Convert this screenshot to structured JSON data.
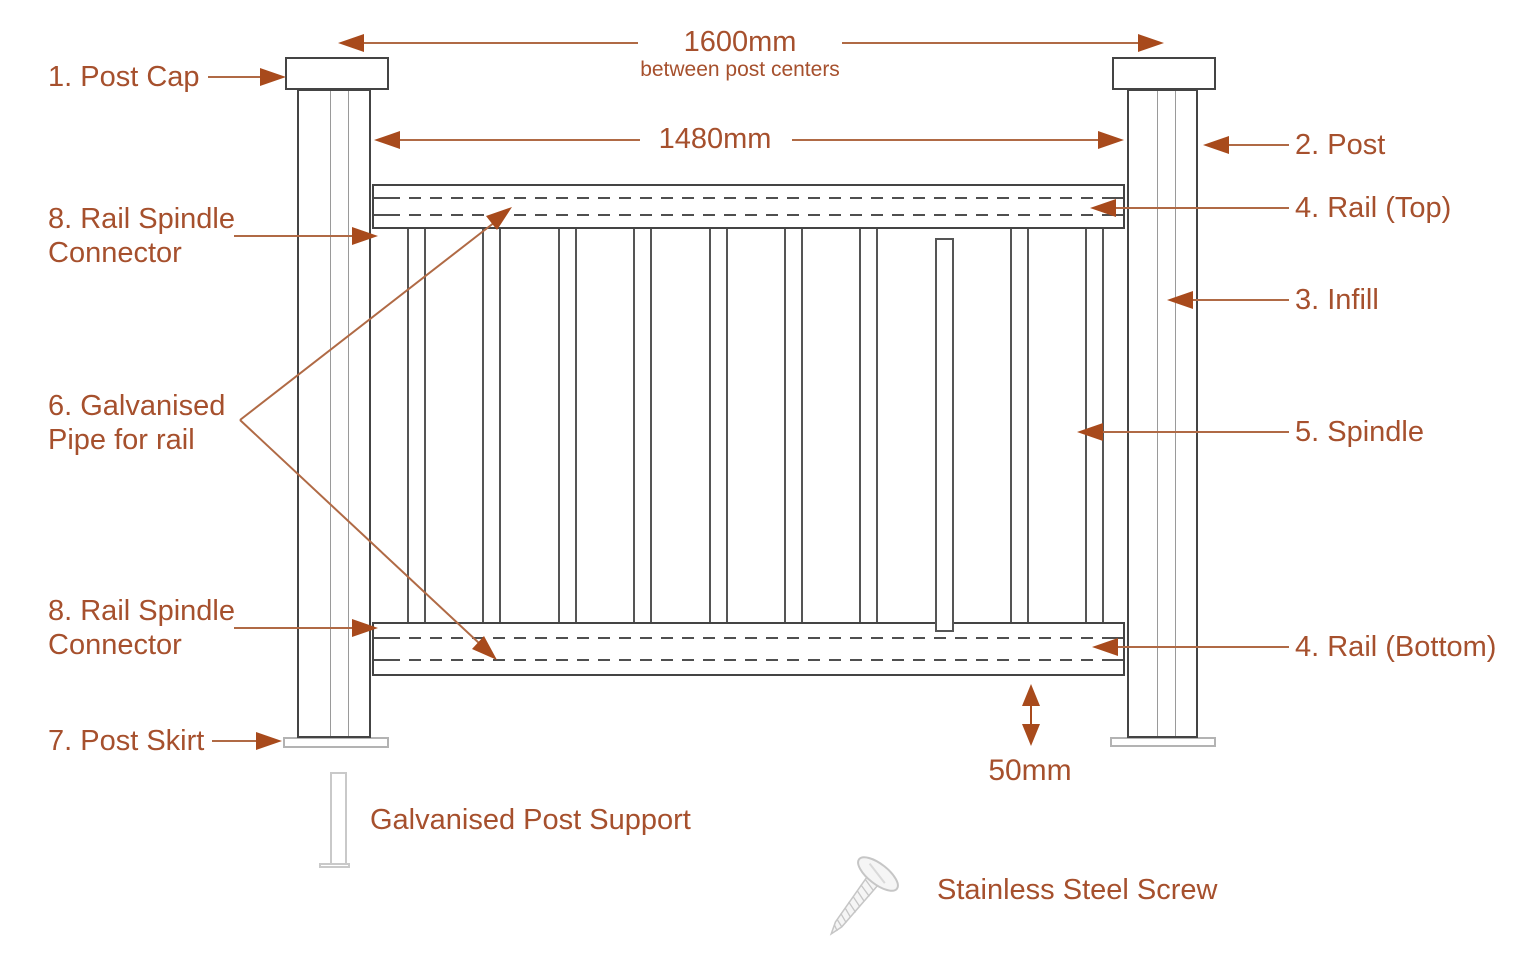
{
  "diagram": {
    "part_labels": {
      "post_cap": "1. Post Cap",
      "post": "2. Post",
      "infill": "3. Infill",
      "rail_top": "4. Rail (Top)",
      "spindle": "5. Spindle",
      "galvanised_pipe": "6. Galvanised Pipe for rail",
      "post_skirt": "7. Post Skirt",
      "rail_spindle_connector_top": "8. Rail Spindle Connector",
      "rail_spindle_connector_bottom": "8. Rail Spindle Connector",
      "rail_bottom": "4. Rail (Bottom)",
      "galvanised_post_support": "Galvanised Post Support",
      "stainless_steel_screw": "Stainless Steel Screw"
    },
    "dimensions": {
      "post_center_spacing": "1600mm",
      "post_center_spacing_note": "between post centers",
      "rail_length": "1480mm",
      "bottom_clearance": "50mm"
    },
    "colors": {
      "label_text": "#a6502d",
      "arrow": "#a84a1c",
      "leader_line": "#b06a45",
      "outline": "#444444"
    }
  }
}
